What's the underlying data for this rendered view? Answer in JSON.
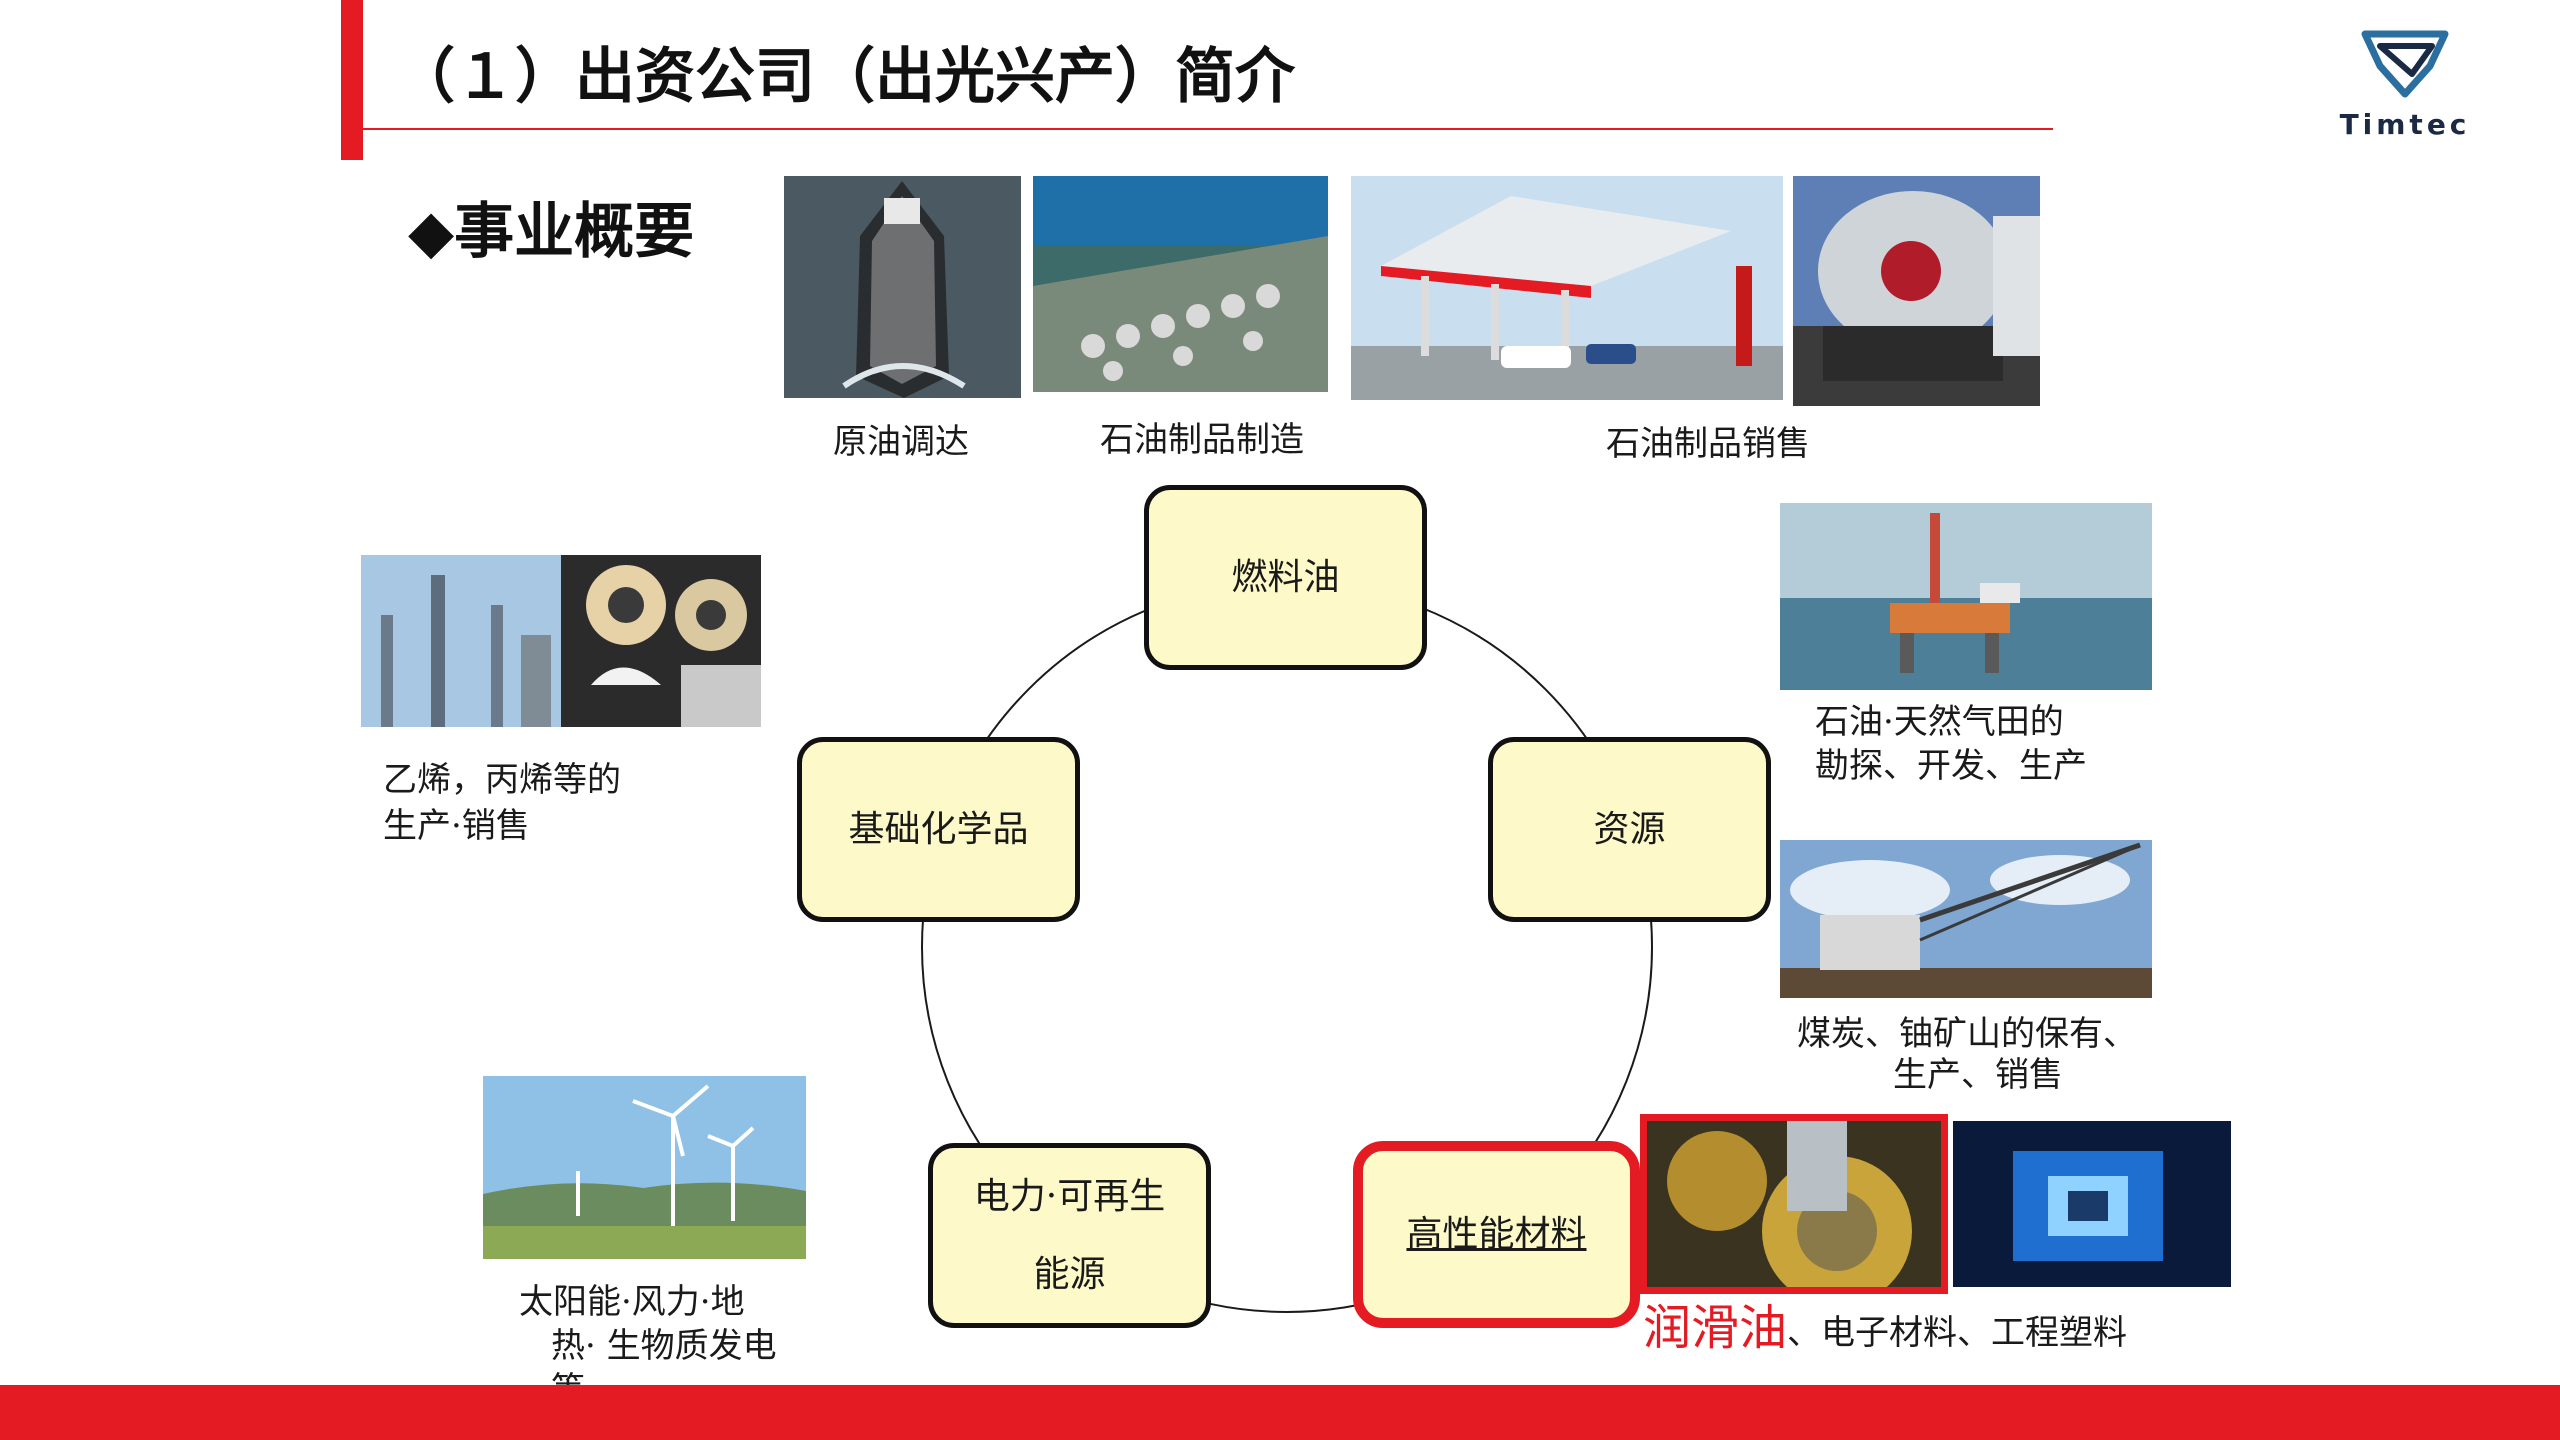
{
  "header": {
    "title": "（１）出资公司（出光兴产）简介",
    "subtitle": "◆事业概要",
    "logo_text": "Timtec"
  },
  "top_captions": {
    "crude": "原油调达",
    "manufacture": "石油制品制造",
    "sales": "石油制品销售"
  },
  "cycle": {
    "fuel_oil": "燃料油",
    "resources": "资源",
    "performance_materials": "高性能材料",
    "power_line1": "电力·可再生",
    "power_line2": "能源",
    "basic_chemicals": "基础化学品"
  },
  "side_captions": {
    "chem_line1": "乙烯，丙烯等的",
    "chem_line2": "生产·销售",
    "oil_gas_line1": "石油·天然气田的",
    "oil_gas_line2": "勘探、开发、生产",
    "coal_line1": "煤炭、铀矿山的保有、",
    "coal_line2": "生产、销售",
    "renew_line1": "太阳能·风力·地",
    "renew_line2": "热· 生物质发电",
    "renew_line3": "等"
  },
  "materials_caption": {
    "highlight": "润滑油",
    "rest": "、电子材料、工程塑料"
  },
  "colors": {
    "accent_red": "#e41b23",
    "node_fill": "#fdf9c9"
  }
}
